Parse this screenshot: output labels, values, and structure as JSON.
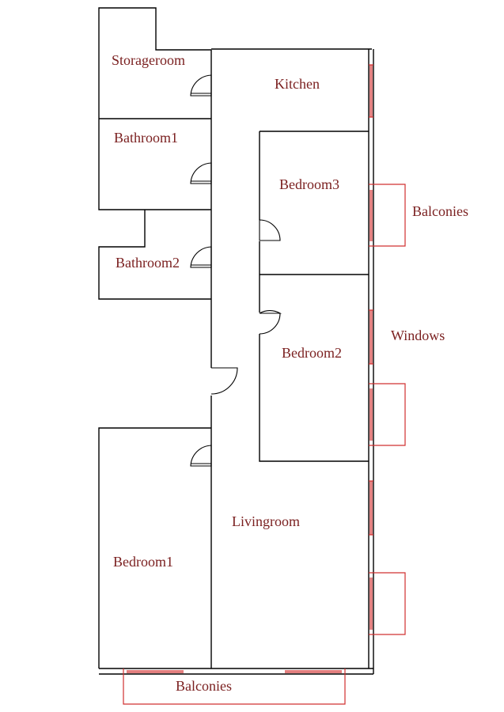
{
  "plan": {
    "rooms": {
      "storageroom": "Storageroom",
      "kitchen": "Kitchen",
      "bathroom1": "Bathroom1",
      "bedroom3": "Bedroom3",
      "bathroom2": "Bathroom2",
      "bedroom2": "Bedroom2",
      "livingroom": "Livingroom",
      "bedroom1": "Bedroom1"
    },
    "annotations": {
      "balconies_right": "Balconies",
      "windows": "Windows",
      "balconies_bottom": "Balconies"
    },
    "colors": {
      "walls": "#000000",
      "windows_balconies": "#d03030",
      "labels": "#7a1f1f"
    }
  }
}
